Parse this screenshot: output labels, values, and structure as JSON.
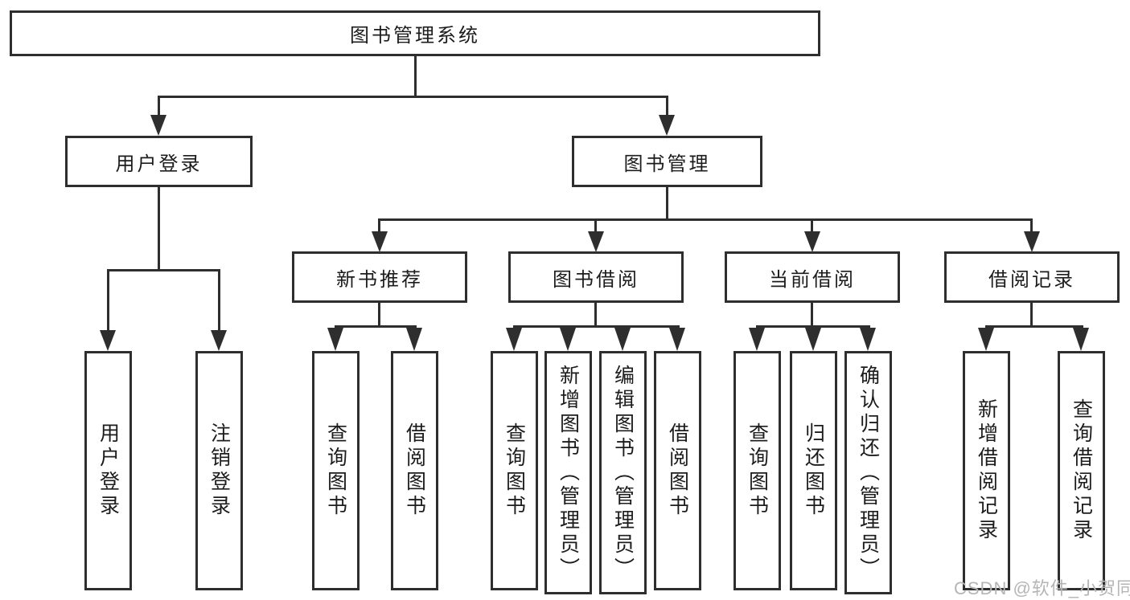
{
  "diagram": {
    "title_node": "图书管理系统",
    "level2": {
      "user_login": "用户登录",
      "book_management": "图书管理"
    },
    "level3": {
      "new_book_recommend": "新书推荐",
      "book_borrowing": "图书借阅",
      "current_borrowing": "当前借阅",
      "borrowing_records": "借阅记录"
    },
    "leaves": {
      "login": "用户登录",
      "logout": "注销登录",
      "recommend_query_books": "查询图书",
      "recommend_borrow_books": "借阅图书",
      "borrowing_query_books": "查询图书",
      "borrowing_add_books": "新增图书（管理员）",
      "borrowing_edit_books": "编辑图书（管理员）",
      "borrowing_borrow_books": "借阅图书",
      "current_query_books": "查询图书",
      "current_return_books": "归还图书",
      "current_confirm_return": "确认归还（管理员）",
      "records_add_record": "新增借阅记录",
      "records_query_record": "查询借阅记录"
    },
    "colors": {
      "line": "#2e2e2e",
      "text": "#1c1c1c",
      "background": "#ffffff",
      "watermark": "#b5b5b5"
    }
  },
  "watermark": "CSDN @软件_小贺同学"
}
